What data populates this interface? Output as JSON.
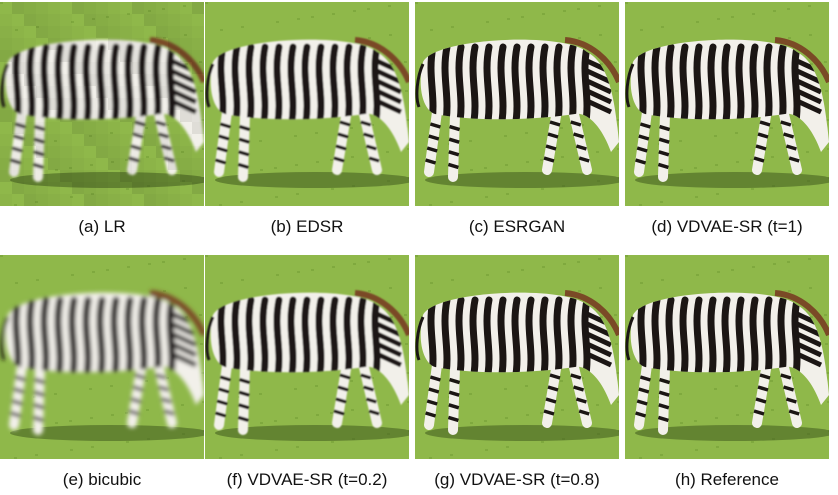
{
  "figure": {
    "panels": [
      {
        "caption": "(a) LR",
        "variant": "pixelated"
      },
      {
        "caption": "(b) EDSR",
        "variant": "smooth"
      },
      {
        "caption": "(c) ESRGAN",
        "variant": "sharp"
      },
      {
        "caption": "(d) VDVAE-SR (t=1)",
        "variant": "sharp"
      },
      {
        "caption": "(e) bicubic",
        "variant": "blurry"
      },
      {
        "caption": "(f) VDVAE-SR (t=0.2)",
        "variant": "smooth"
      },
      {
        "caption": "(g) VDVAE-SR (t=0.8)",
        "variant": "sharp"
      },
      {
        "caption": "(h) Reference",
        "variant": "reference"
      }
    ],
    "colors": {
      "grass_light": "#8fb84a",
      "grass_dark": "#6f9a32",
      "zebra_white": "#f2f0ea",
      "zebra_black": "#1b1614",
      "mane_brown": "#7a4a26",
      "shadow": "#3f5a1d"
    }
  }
}
